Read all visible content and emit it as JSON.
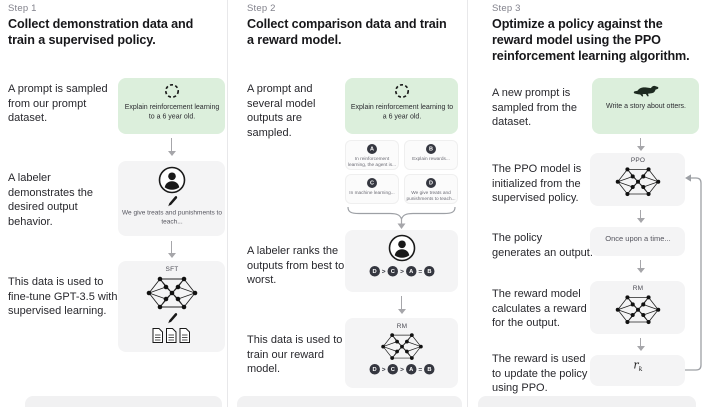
{
  "figure": {
    "steps": [
      {
        "label": "Step 1",
        "title": "Collect demonstration data and train a supervised policy.",
        "captions": [
          "A prompt is sampled from our prompt dataset.",
          "A labeler demonstrates the desired output behavior.",
          "This data is used to fine-tune GPT-3.5 with supervised learning."
        ],
        "prompt_box": {
          "text": "Explain reinforcement learning to a 6 year old."
        },
        "labeler_box": {
          "text": "We give treats and punishments to teach..."
        },
        "sft_box": {
          "label": "SFT"
        }
      },
      {
        "label": "Step 2",
        "title": "Collect comparison data and train a reward model.",
        "captions": [
          "A prompt and several model outputs are sampled.",
          "A labeler ranks the outputs from best to worst.",
          "This data is used to train our reward model."
        ],
        "prompt_box": {
          "text": "Explain reinforcement learning to a 6 year old."
        },
        "outputs": [
          {
            "letter": "A",
            "text": "In reinforcement learning, the agent is..."
          },
          {
            "letter": "B",
            "text": "Explain rewards..."
          },
          {
            "letter": "C",
            "text": "In machine learning..."
          },
          {
            "letter": "D",
            "text": "We give treats and punishments to teach..."
          }
        ],
        "ranking": {
          "items": [
            "D",
            "C",
            "A",
            "B"
          ],
          "separators": [
            ">",
            ">",
            "="
          ]
        },
        "rm_box": {
          "label": "RM"
        }
      },
      {
        "label": "Step 3",
        "title": "Optimize a policy against the reward model using the PPO reinforcement learning algorithm.",
        "captions": [
          "A new prompt is sampled from the dataset.",
          "The PPO model is initialized from the supervised policy.",
          "The policy generates an output.",
          "The reward model calculates a reward for the output.",
          "The reward is used to update the policy using PPO."
        ],
        "prompt_box": {
          "text": "Write a story about otters."
        },
        "ppo_box": {
          "label": "PPO"
        },
        "output_box": {
          "text": "Once upon a time..."
        },
        "rm_box": {
          "label": "RM"
        },
        "reward_box": {
          "base": "r",
          "sub": "k"
        }
      }
    ],
    "icons": {
      "prompt_sample": "dashed-circle-icon",
      "labeler": "person-icon",
      "writing": "pencil-icon",
      "model": "neural-network-icon",
      "demonstrations": "documents-icon",
      "otter_prompt": "otter-icon"
    },
    "colors": {
      "prompt_box_green": "#dcefdc",
      "model_box_gray": "#f4f4f5",
      "dark_circle": "#353740",
      "arrow": "#a6a6aa",
      "divider": "#e8e8ea"
    }
  }
}
